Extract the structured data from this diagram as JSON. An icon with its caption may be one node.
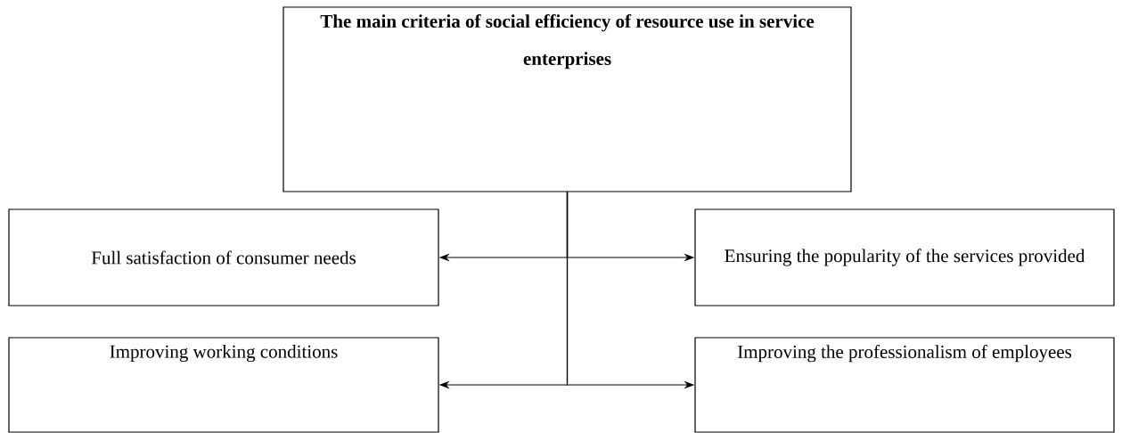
{
  "diagram": {
    "nodes": [
      {
        "text": [
          "The main criteria of social efficiency of resource use in service enterprises"
        ]
      },
      {
        "text": [
          "Full satisfaction of consumer needs"
        ]
      },
      {
        "text": [
          "Ensuring the popularity of the services provided"
        ]
      },
      {
        "text": [
          "Improving working conditions"
        ]
      },
      {
        "text": [
          "Improving the professionalism of employees"
        ]
      }
    ],
    "edges": [
      {
        "from": 0,
        "to": 1,
        "arrow": "to"
      },
      {
        "from": 0,
        "to": 2,
        "arrow": "to"
      },
      {
        "from": 0,
        "to": 3,
        "arrow": "to"
      },
      {
        "from": 0,
        "to": 4,
        "arrow": "to"
      }
    ]
  }
}
